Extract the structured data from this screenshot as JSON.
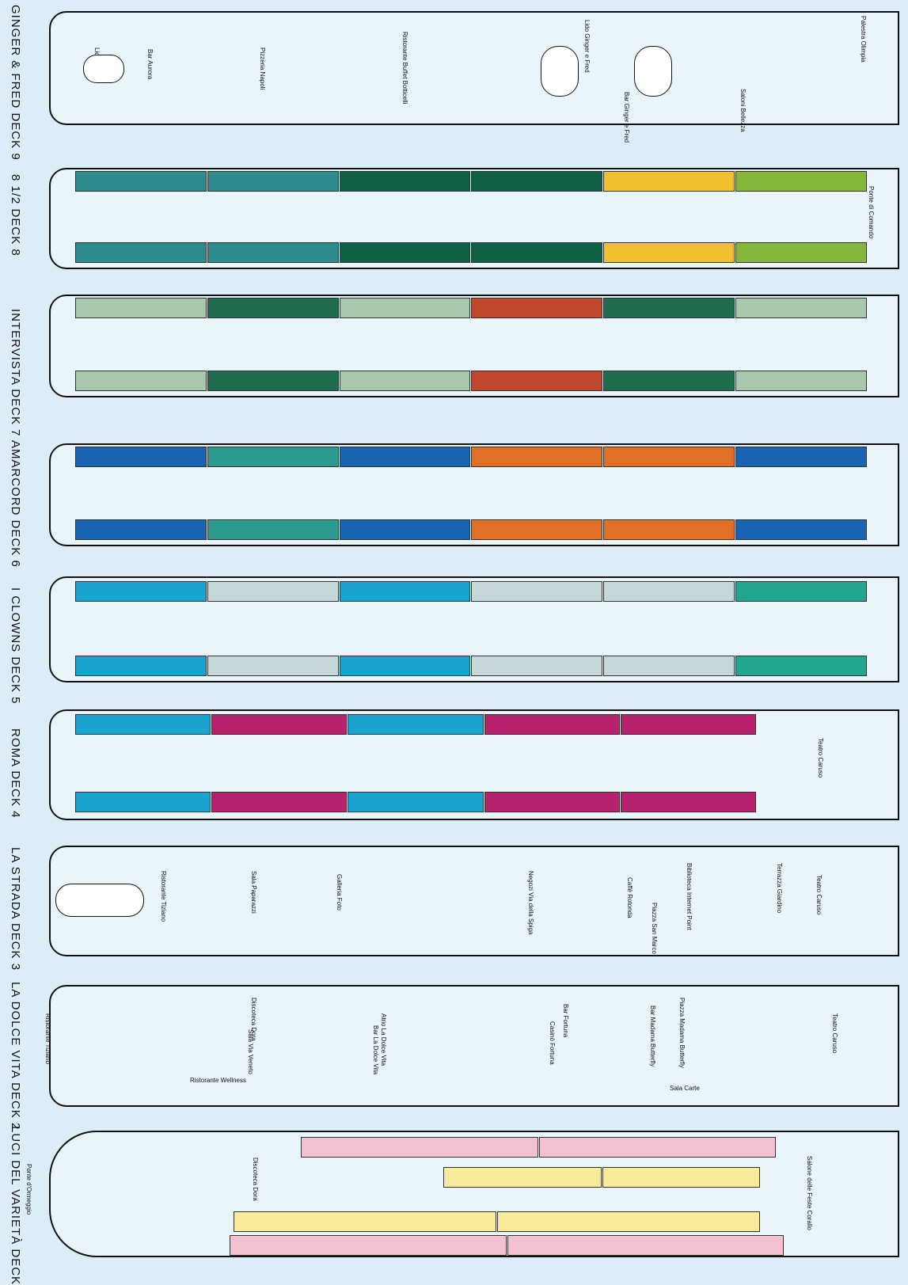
{
  "page": {
    "background": "#dcedf8"
  },
  "decks": [
    {
      "id": "deck9",
      "label": "GINGER & FRED DECK 9",
      "venues": [
        "Lido Aurora",
        "Bar Aurora",
        "Pizzeria Napoli",
        "Ristorante Buffet Botticelli",
        "Lido Ginger e Fred",
        "Bar Ginger e Fred",
        "Palestra Olimpia",
        "Saloni Bellezza"
      ]
    },
    {
      "id": "deck8",
      "label": "8 1/2 DECK 8",
      "venues": [
        "Ponte di Comando"
      ],
      "cabin_colors": [
        "#2f8b8b",
        "#106046",
        "#f2c02e",
        "#86b63c",
        "#19a3c6"
      ]
    },
    {
      "id": "deck7",
      "label": "INTERVISTA DECK 7",
      "venues": [],
      "cabin_colors": [
        "#a9c7ad",
        "#1f6d4e",
        "#f2c02e",
        "#c0492d",
        "#0e8fa0"
      ]
    },
    {
      "id": "deck6",
      "label": "AMARCORD DECK 6",
      "venues": [],
      "cabin_colors": [
        "#1964b2",
        "#2b9a8f",
        "#e07025",
        "#f2c02e",
        "#1ba3cf"
      ]
    },
    {
      "id": "deck5",
      "label": "I CLOWNS DECK 5",
      "venues": [],
      "cabin_colors": [
        "#1ba3cf",
        "#c5d7d9",
        "#23a68f",
        "#f2c02e"
      ]
    },
    {
      "id": "deck4",
      "label": "ROMA DECK 4",
      "venues": [
        "Teatro Caruso"
      ],
      "cabin_colors": [
        "#1ba3cf",
        "#b7216d",
        "#f2c02e"
      ]
    },
    {
      "id": "deck3",
      "label": "LA STRADA DECK 3",
      "venues": [
        "Ristorante Tiziano",
        "Sala Paparazzi",
        "Galleria Foto",
        "Negozi Via della Spiga",
        "Caffè Rotonda",
        "Piazza San Marco",
        "Biblioteca Internet Point",
        "Terrazza Giardino",
        "Teatro Caruso"
      ]
    },
    {
      "id": "deck2",
      "label": "LA DOLCE VITA DECK 2",
      "venues": [
        "Ristorante Tiziano",
        "Ristorante Wellness",
        "Sala Via Veneto",
        "Discoteca Dora",
        "Atrio La Dolce Vita",
        "Bar La Dolce Vita",
        "Casinò Fortuna",
        "Bar Fortuna",
        "Bar Madama Butterfly",
        "Piazza Madama Butterfly",
        "Sala Carte",
        "Teatro Caruso"
      ]
    },
    {
      "id": "deck1",
      "label": "LUCI DEL VARIETÀ DECK",
      "venues": [
        "Ponte d'Ormeggio",
        "Discoteca Dora",
        "Salone delle Feste Corallo"
      ],
      "cabin_colors": [
        "#f2c0cf",
        "#f7ea9a"
      ]
    }
  ]
}
